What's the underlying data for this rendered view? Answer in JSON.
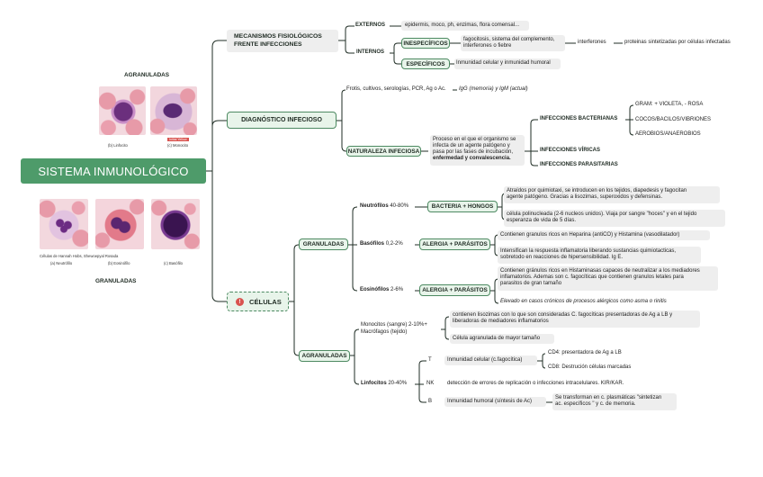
{
  "root": {
    "title": "SISTEMA INMUNOLÓGICO"
  },
  "images": {
    "agranuladas_title": "AGRANULADAS",
    "granuladas_title": "GRANULADAS",
    "cap_linfocito": "(b) Linfocito",
    "cap_monocito": "(c) Monocito",
    "cap_monocito_tag": "Initial Yellow",
    "cap_source": "Células de Hannah Hobs, Shewoepyal Rosada",
    "cap_neutrofilo": "(a) Neutrófilo",
    "cap_eosinofilo": "(b) Eosinófilo",
    "cap_basofilo": "(c) Basófilo"
  },
  "mecanismos": {
    "title_l1": "MECANISMOS FISIOLÓGICOS",
    "title_l2": "FRENTE INFECCIONES",
    "externos": "EXTERNOS",
    "externos_desc": "epidermis, moco, ph, enzimas, flora comensal...",
    "internos": "INTERNOS",
    "inespecificos": "INESPECÍFICOS",
    "inespecificos_desc_l1": "fagocitosis, sistema del complemento,",
    "inespecificos_desc_l2": "interferones o fiebre",
    "interferones": "interferones",
    "interferones_desc": "proteinas sintetizadas por células infectadas",
    "especificos": "ESPECÍFICOS",
    "especificos_desc": "Inmunidad celular y inmunidad humoral"
  },
  "diagnostico": {
    "title": "DIAGNÓSTICO INFECIOSO",
    "tests": "Frotis, cultivos, serologías, PCR, Ag o Ac.",
    "igg": "IgG (memoria) y IgM (actual)",
    "naturaleza": "NATURALEZA INFECIOSA",
    "proceso_l1": "Proceso en el que el organismo se",
    "proceso_l2": "infecta de un agente patógeno y",
    "proceso_l3": "pasa por las fases de incubación,",
    "proceso_l4": "enfermedad y convalescencia.",
    "bacterianas": "INFECCIONES BACTERIANAS",
    "gram": "GRAM: + VIOLETA, - ROSA",
    "cocos": "COCOS/BACILOS/VIBRIONES",
    "aerobios": "AEROBIOS/ANAEROBIOS",
    "viricas": "INFECCIONES VÍRICAS",
    "parasitarias": "INFECCIONES PARASITARIAS"
  },
  "celulas": {
    "title": "CÉLULAS",
    "alert_icon": "!",
    "granuladas": "GRANULADAS",
    "agranuladas": "AGRANULADAS",
    "neutrofilos_name": "Neutrófilos",
    "neutrofilos_pct": "40-80%",
    "neutrofilos_tag": "BACTERIA + HONGOS",
    "neu1_l1": "Atraídos por quimiotaxi, se introducen en los tejidos, diapedesis y fagocitan",
    "neu1_l2": "agente patógeno. Gracias a lisozimas, superoxidos y defensinas.",
    "neu2_l1": "célula polinucleada (2-6 nucleos unidos). Viaja por sangre \"hoces\" y en el tejido",
    "neu2_l2": "esperanza de vida de 5 días.",
    "basofilos_name": "Basófilos",
    "basofilos_pct": "0,2-2%",
    "basofilos_tag": "ALERGIA + PARÁSITOS",
    "bas1": "Contienen granulos ricos en Heparina (antiCO) y Histamina (vasodilatador)",
    "bas2_l1": "Intensifican la respuesta inflamatoria liberando sustancias quimiotacticas,",
    "bas2_l2": "sobretodo en reacciones de hipersensibilidad. Ig E.",
    "eosinofilos_name": "Eosinófilos",
    "eosinofilos_pct": "2-6%",
    "eosinofilos_tag": "ALERGIA + PARÁSITOS",
    "eos1_l1": "Contienen gránulos ricos en Histaminasas capaces de neutralizar a los mediadores",
    "eos1_l2": "inflamatorios. Ademas son c. fagocíticas que contienen granulos letales para",
    "eos1_l3": "parasitos de gran tamaño",
    "eos2": "Elevado en casos crónicos de procesos alérgicos como asma o rinitis",
    "monocitos_l1": "Monocitos (sangre) 2-10%+",
    "monocitos_l2": "Macrófagos (tejido)",
    "mono1_l1": "contienen lisozimas con lo que son consideradas C. fagocíticas presentadoras de Ag a LB y",
    "mono1_l2": "liberadoras de mediadores inflamatorios",
    "mono2": "Célula agranulada de mayor tamaño",
    "linfocitos_name": "Linfocitos",
    "linfocitos_pct": "20-40%",
    "t_label": "T",
    "t_desc": "Inmunidad celular (c.fagocítica)",
    "cd4": "CD4: presentadora de Ag a LB",
    "cd8": "CD8: Destrución células marcadas",
    "nk_label": "NK",
    "nk_desc": "detección de errores de replicación o infecciones intracelulares. KIR/KAR.",
    "b_label": "B",
    "b_desc": "Inmunidad humoral (síntesis de Ac)",
    "b_plasma_l1": "Se transforman en c. plasmáticas \"sintetizan",
    "b_plasma_l2": "ac. específicos \" y c. de memoria."
  },
  "colors": {
    "accent": "#4e9b6a",
    "accent_light": "#e8f4ea",
    "alert": "#d9534f",
    "line": "#1f2d24"
  }
}
